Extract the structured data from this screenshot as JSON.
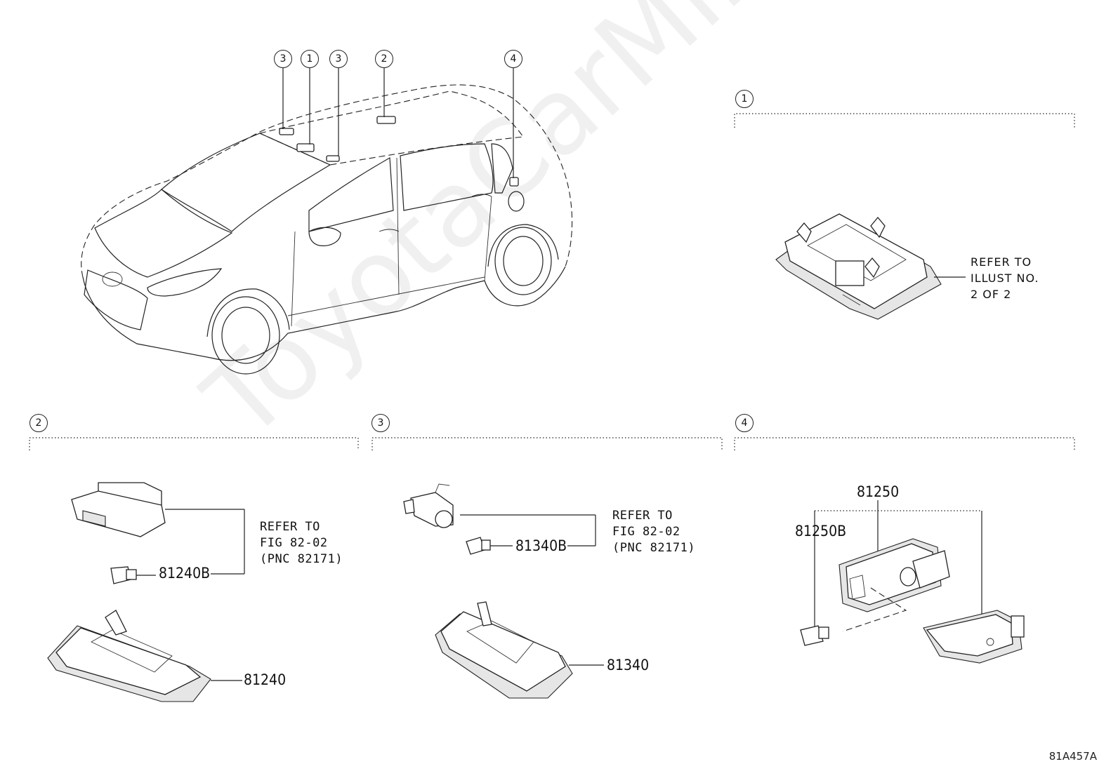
{
  "callouts": {
    "car_top": [
      "3",
      "1",
      "3",
      "2",
      "4"
    ],
    "section_1": "1",
    "section_2": "2",
    "section_3": "3",
    "section_4": "4"
  },
  "section_1": {
    "refer_line1": "REFER TO",
    "refer_line2": "ILLUST NO.",
    "refer_line3": "2 OF 2"
  },
  "section_2": {
    "refer_line1": "REFER TO",
    "refer_line2": "FIG 82-02",
    "refer_line3": "(PNC 82171)",
    "bulb_part": "81240B",
    "lamp_part": "81240"
  },
  "section_3": {
    "refer_line1": "REFER TO",
    "refer_line2": "FIG 82-02",
    "refer_line3": "(PNC 82171)",
    "bulb_part": "81340B",
    "lamp_part": "81340"
  },
  "section_4": {
    "assy_part": "81250",
    "bulb_part": "81250B"
  },
  "watermark": "ToyotaCarMine.ru",
  "illustration_code": "81A457A"
}
